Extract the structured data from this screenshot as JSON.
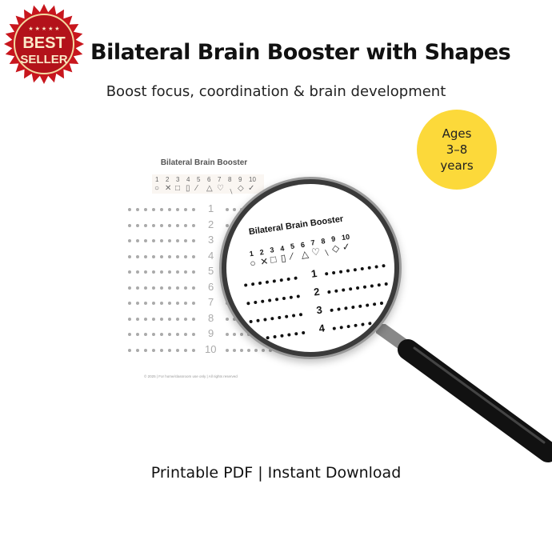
{
  "badge": {
    "line1": "BEST",
    "line2": "SELLER",
    "color": "#c8161d"
  },
  "title": "Bilateral Brain Booster with Shapes",
  "subtitle": "Boost focus, coordination & brain development",
  "ages": {
    "line1": "Ages",
    "line2": "3–8",
    "line3": "years",
    "color": "#fcd93a"
  },
  "worksheet": {
    "title": "Bilateral Brain Booster",
    "key_numbers": [
      "1",
      "2",
      "3",
      "4",
      "5",
      "6",
      "7",
      "8",
      "9",
      "10"
    ],
    "key_shapes": [
      "○",
      "✕",
      "□",
      "▯",
      "⁄",
      "△",
      "♡",
      "﹨",
      "◇",
      "✓"
    ],
    "rows": [
      "1",
      "2",
      "3",
      "4",
      "5",
      "6",
      "7",
      "8",
      "9",
      "10"
    ],
    "footer": "© 2025 | For home/classroom use only | All rights reserved"
  },
  "magnified": {
    "title": "Bilateral Brain Booster",
    "rows": [
      "1",
      "2",
      "3",
      "4"
    ]
  },
  "cta": "Printable PDF | Instant Download"
}
